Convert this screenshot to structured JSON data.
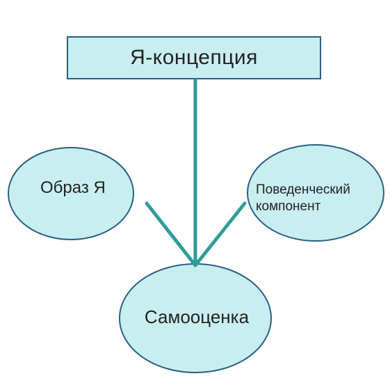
{
  "diagram": {
    "title": "Я-концепция",
    "nodes": {
      "left": "Образ Я",
      "right_line1": "Поведенческий",
      "right_line2": "компонент",
      "bottom": "Самооценка"
    },
    "colors": {
      "fill": "#c9eef0",
      "stroke": "#2a5f85",
      "connector": "#2e9d9a",
      "text": "#222222"
    }
  }
}
